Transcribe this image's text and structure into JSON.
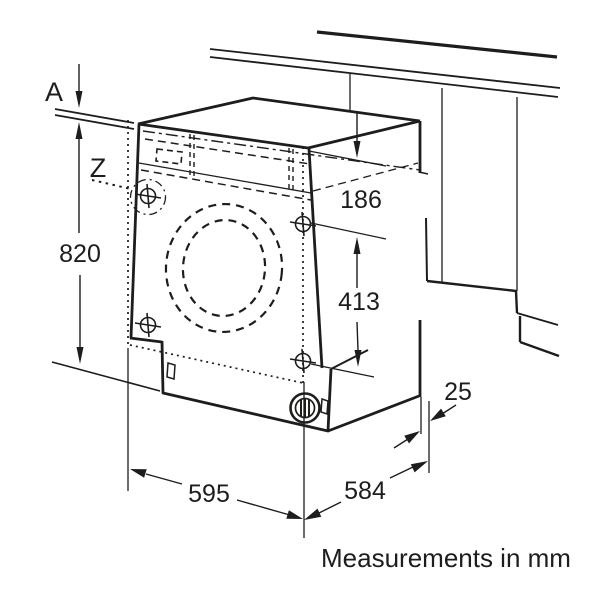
{
  "diagram": {
    "kind": "appliance installation dimension drawing",
    "footer": {
      "note": "Measurements in mm"
    },
    "callouts": {
      "worktop_gap": "A",
      "detail": "Z"
    },
    "dimensions": {
      "height": "820",
      "upper_section": "186",
      "fixing_span": "413",
      "rear_clearance": "25",
      "width": "595",
      "depth": "584"
    },
    "colors": {
      "line": "#1d1d1b",
      "background": "#ffffff"
    }
  }
}
